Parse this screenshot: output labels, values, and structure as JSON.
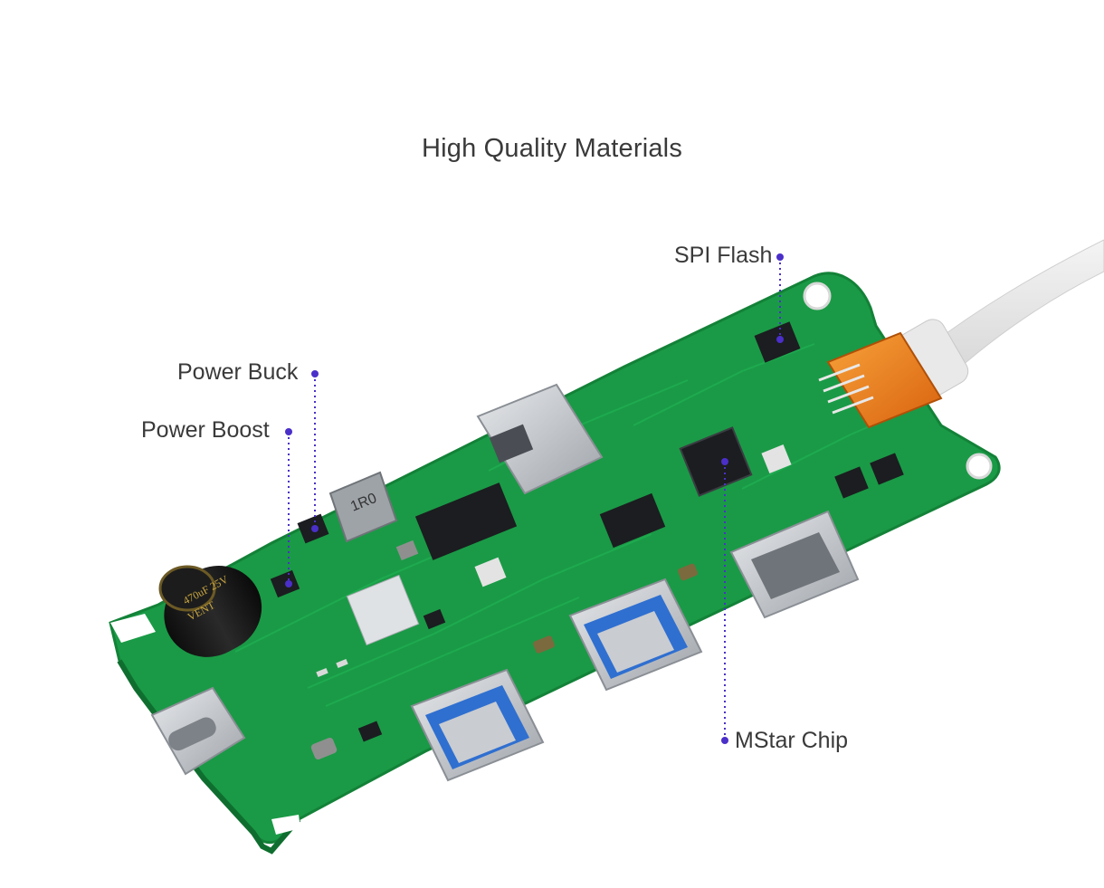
{
  "title": "High Quality Materials",
  "accent_color": "#4b2fc9",
  "callouts": {
    "spi_flash": "SPI Flash",
    "power_buck": "Power Buck",
    "power_boost": "Power Boost",
    "mstar_chip": "MStar Chip"
  },
  "board_markings": {
    "inductor": "1R0",
    "capacitor_top": "470uF 25V",
    "capacitor_bottom": "VENT"
  },
  "colors": {
    "pcb": "#1a9a46",
    "pcb_dark": "#138238",
    "usb_blue": "#2f6fd0",
    "metal": "#c9ccd1",
    "chip": "#1b1d20"
  }
}
